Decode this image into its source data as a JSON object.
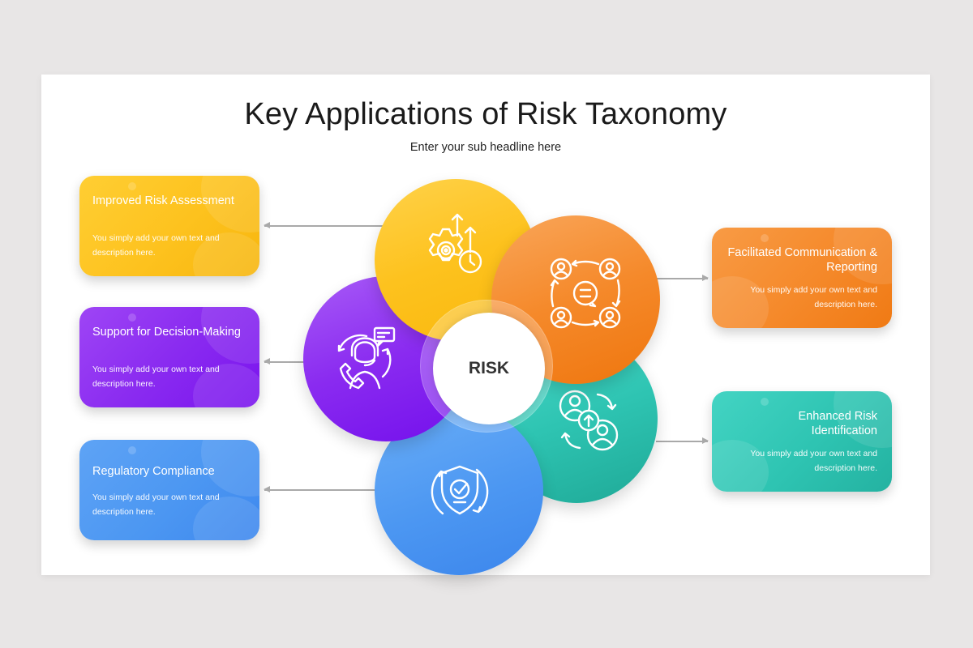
{
  "header": {
    "title": "Key Applications of Risk Taxonomy",
    "subtitle": "Enter your sub headline here"
  },
  "hub": {
    "label": "RISK"
  },
  "cards": [
    {
      "id": "improved-risk-assessment",
      "title": "Improved Risk Assessment",
      "description": "You simply add your own text and description here.",
      "color": "#FDC21E",
      "side": "left",
      "icon": "gear-growth-clock-icon"
    },
    {
      "id": "support-decision-making",
      "title": "Support for Decision-Making",
      "description": "You simply add your own text and description here.",
      "color": "#8A2BF0",
      "side": "left",
      "icon": "support-agent-icon"
    },
    {
      "id": "regulatory-compliance",
      "title": "Regulatory Compliance",
      "description": "You simply add your own text and description here.",
      "color": "#4C97F2",
      "side": "left",
      "icon": "shield-check-icon"
    },
    {
      "id": "facilitated-communication",
      "title": "Facilitated Communication & Reporting",
      "description": "You simply add your own text and description here.",
      "color": "#F5892A",
      "side": "right",
      "icon": "team-communication-icon"
    },
    {
      "id": "enhanced-risk-identification",
      "title": "Enhanced Risk Identification",
      "description": "You simply add your own text and description here.",
      "color": "#2EC4B2",
      "side": "right",
      "icon": "people-exchange-icon"
    }
  ],
  "colors": {
    "background": "#E8E6E6",
    "slide": "#FFFFFF",
    "yellow": "#FDC21E",
    "purple": "#8A2BF0",
    "blue": "#4C97F2",
    "orange": "#F5892A",
    "teal": "#2EC4B2",
    "connector": "#A9A9A9"
  }
}
